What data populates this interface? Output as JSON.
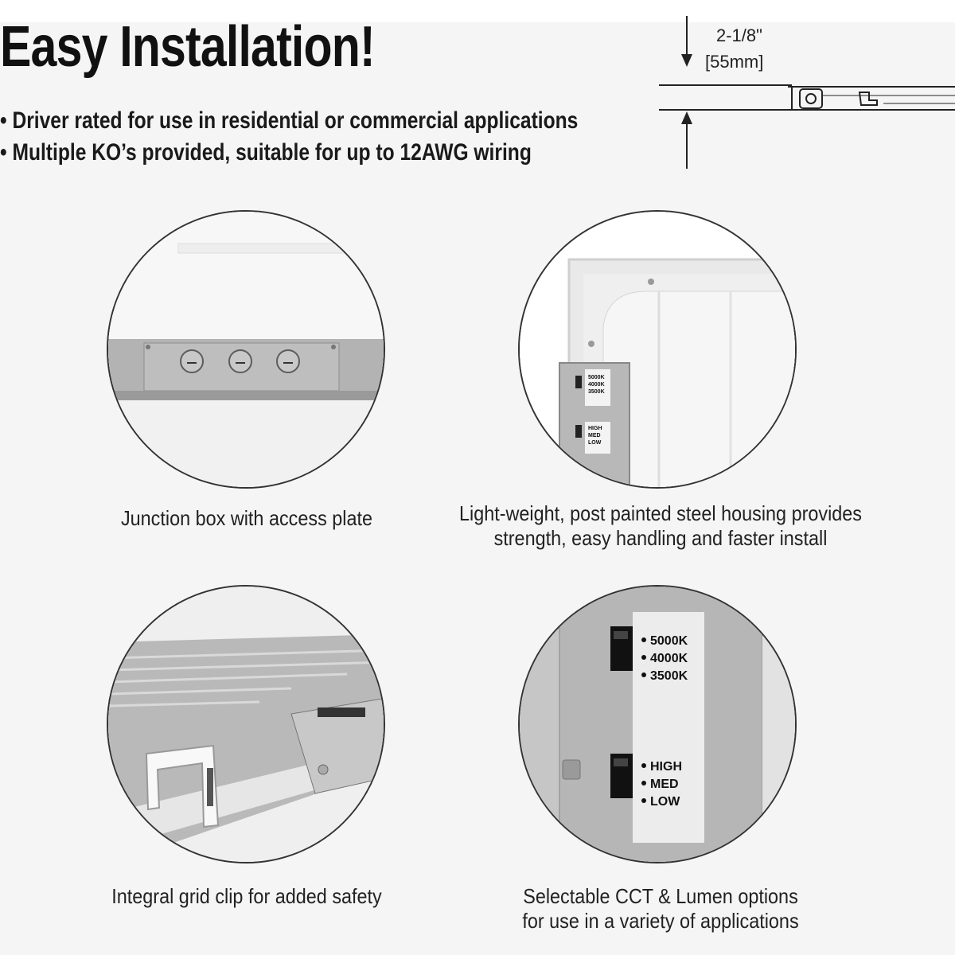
{
  "header": {
    "title": "Easy Installation!",
    "bullets": [
      "• Driver rated for use in residential or commercial applications",
      "• Multiple KO’s provided, suitable for up to 12AWG wiring"
    ]
  },
  "dimension": {
    "imperial": "2-1/8\"",
    "metric": "[55mm]"
  },
  "features": [
    {
      "caption_lines": [
        "Junction box with access plate"
      ]
    },
    {
      "caption_lines": [
        "Light-weight, post painted steel housing provides",
        "strength, easy handling and faster install"
      ]
    },
    {
      "caption_lines": [
        "Integral grid clip for added safety"
      ]
    },
    {
      "caption_lines": [
        "Selectable CCT & Lumen options",
        "for use in a variety of applications"
      ]
    }
  ],
  "switch_labels": {
    "cct": [
      "5000K",
      "4000K",
      "3500K"
    ],
    "lumen": [
      "HIGH",
      "MED",
      "LOW"
    ]
  },
  "colors": {
    "steel": "#b9b9b9",
    "white_panel": "#f3f3f3",
    "text": "#111111"
  }
}
